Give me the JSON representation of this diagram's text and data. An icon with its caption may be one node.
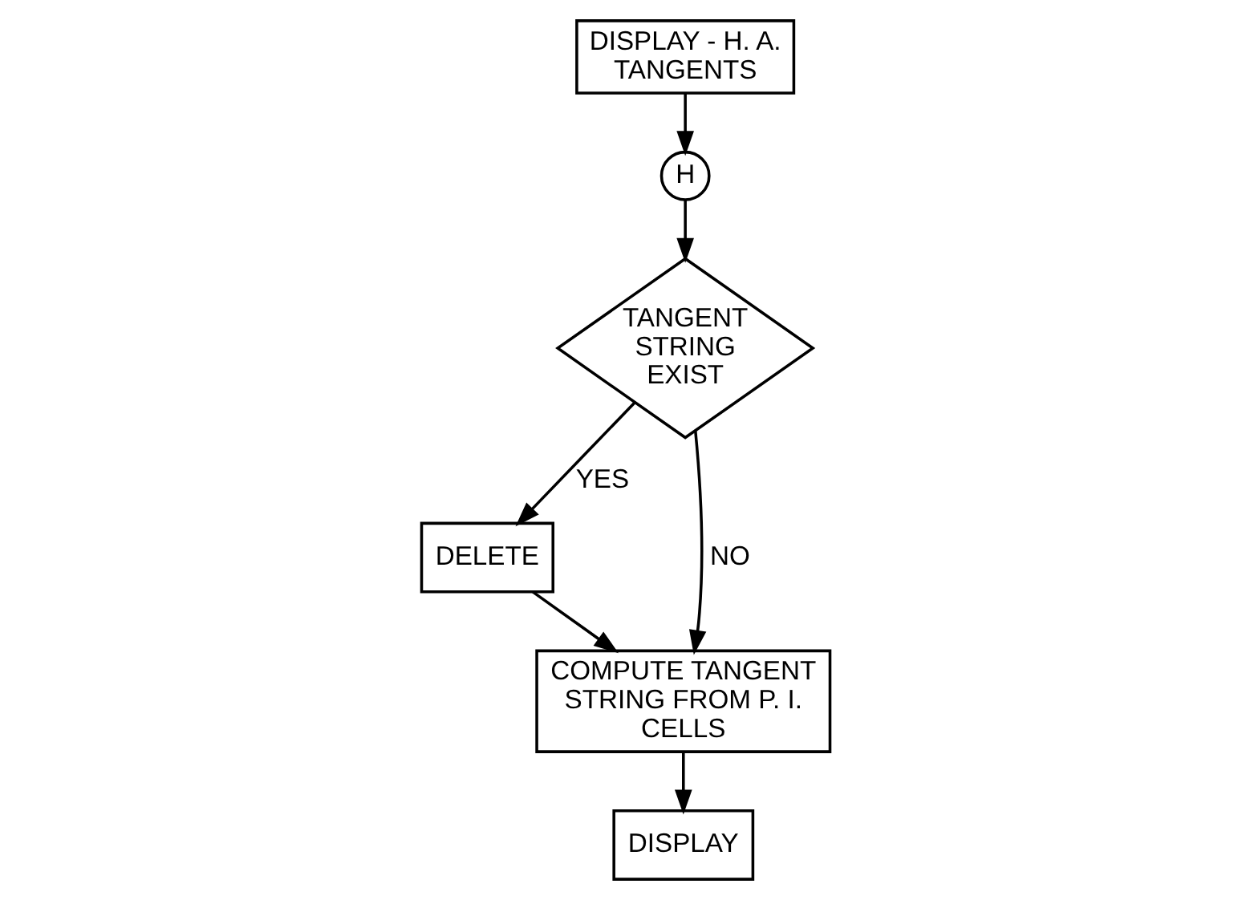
{
  "diagram": {
    "nodes": [
      {
        "text": [
          "DISPLAY - H. A. TANGENTS"
        ]
      },
      {
        "text": [
          "H"
        ]
      },
      {
        "text": [
          "TANGENT STRING EXIST"
        ]
      },
      {
        "text": [
          "DELETE"
        ]
      },
      {
        "text": [
          "COMPUTE TANGENT STRING FROM P. I. CELLS"
        ]
      },
      {
        "text": [
          "DISPLAY"
        ]
      }
    ],
    "edges": [
      {
        "from": 0,
        "to": 1,
        "arrow": "to"
      },
      {
        "from": 1,
        "to": 2,
        "arrow": "to"
      },
      {
        "from": 2,
        "to": 3,
        "label": "YES",
        "arrow": "to"
      },
      {
        "from": 2,
        "to": 4,
        "label": "NO",
        "arrow": "to"
      },
      {
        "from": 3,
        "to": 4,
        "arrow": "to"
      },
      {
        "from": 4,
        "to": 5,
        "arrow": "to"
      }
    ]
  }
}
